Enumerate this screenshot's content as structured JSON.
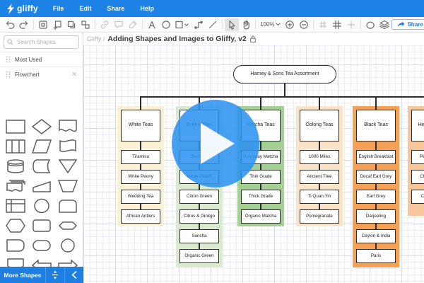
{
  "menubar": {
    "logo_text": "gliffy",
    "items": [
      "File",
      "Edit",
      "Share",
      "Help"
    ]
  },
  "toolbar": {
    "zoom_level": "100%",
    "share_label": "Share",
    "icon_names": [
      "undo-icon",
      "redo-icon",
      "new-version-icon",
      "copy-icon",
      "duplicate-icon",
      "group-icon",
      "link-icon",
      "comment-icon",
      "format-painter-icon",
      "text-tool-icon",
      "ellipse-tool-icon",
      "shape-tool-icon",
      "connector-tool-icon",
      "line-tool-icon",
      "pointer-tool-icon",
      "pan-tool-icon",
      "zoom-in-icon",
      "zoom-out-icon",
      "grid-icon",
      "grid-large-icon",
      "snap-icon",
      "theme-icon",
      "layers-icon"
    ]
  },
  "titlebar": {
    "breadcrumb": "Gliffy /",
    "title": "Adding Shapes and Images to Gliffy, v2"
  },
  "sidebar": {
    "search_placeholder": "Search Shapes",
    "sections": [
      {
        "label": "Most Used"
      },
      {
        "label": "Flowchart"
      }
    ],
    "more_shapes_label": "More Shapes",
    "shape_names": [
      "rectangle",
      "diamond",
      "document",
      "predefined-process",
      "parallelogram",
      "flag",
      "database",
      "stored-data",
      "merge-triangle",
      "multiple-documents",
      "manual-operation",
      "trapezoid",
      "internal-storage",
      "ellipse",
      "card",
      "hexagon",
      "rounded-rectangle",
      "preparation",
      "delay",
      "terminator",
      "circle",
      "off-page-connector",
      "arrow-left",
      "arrow-right",
      "double-arrow"
    ]
  },
  "colors": {
    "brand_blue": "#1E83E6",
    "accent_blue": "#1E7FE0",
    "overlay_blue": "rgba(45,146,240,0.87)",
    "connector": "#2d2d2d"
  },
  "diagram": {
    "root_label": "Harney & Sons Tea Assortment",
    "columns": [
      {
        "header": "White Teas",
        "color": "#FBF2D5",
        "items": [
          "Tiramisu",
          "White Peony",
          "Wedding Tea",
          "African Antlers"
        ]
      },
      {
        "header": "Green Teas",
        "color": "#DAEACF",
        "items": [
          "Jasmine",
          "White Peach",
          "Citron Green",
          "Citrus & Ginkgo",
          "Sencha",
          "Organic Green"
        ]
      },
      {
        "header": "Matcha Teas",
        "color": "#A5D095",
        "items": [
          "Everyday Matcha",
          "Thin Grade",
          "Thick Grade",
          "Organic Matcha"
        ]
      },
      {
        "header": "Oolong Teas",
        "color": "#FAE3C8",
        "items": [
          "1000 Miles",
          "Ancient Tree",
          "Ti Quan Yin",
          "Pomegranate"
        ]
      },
      {
        "header": "Black Teas",
        "color": "#F4A157",
        "items": [
          "English Breakfast",
          "Decaf Earl Grey",
          "Earl Grey",
          "Darjeeling",
          "Ceylon & India",
          "Paris"
        ]
      },
      {
        "header": "Herbal Teas",
        "color": "#F7C79B",
        "items": [
          "Peppermint",
          "Chamomile",
          "Cinnamon"
        ]
      }
    ]
  }
}
